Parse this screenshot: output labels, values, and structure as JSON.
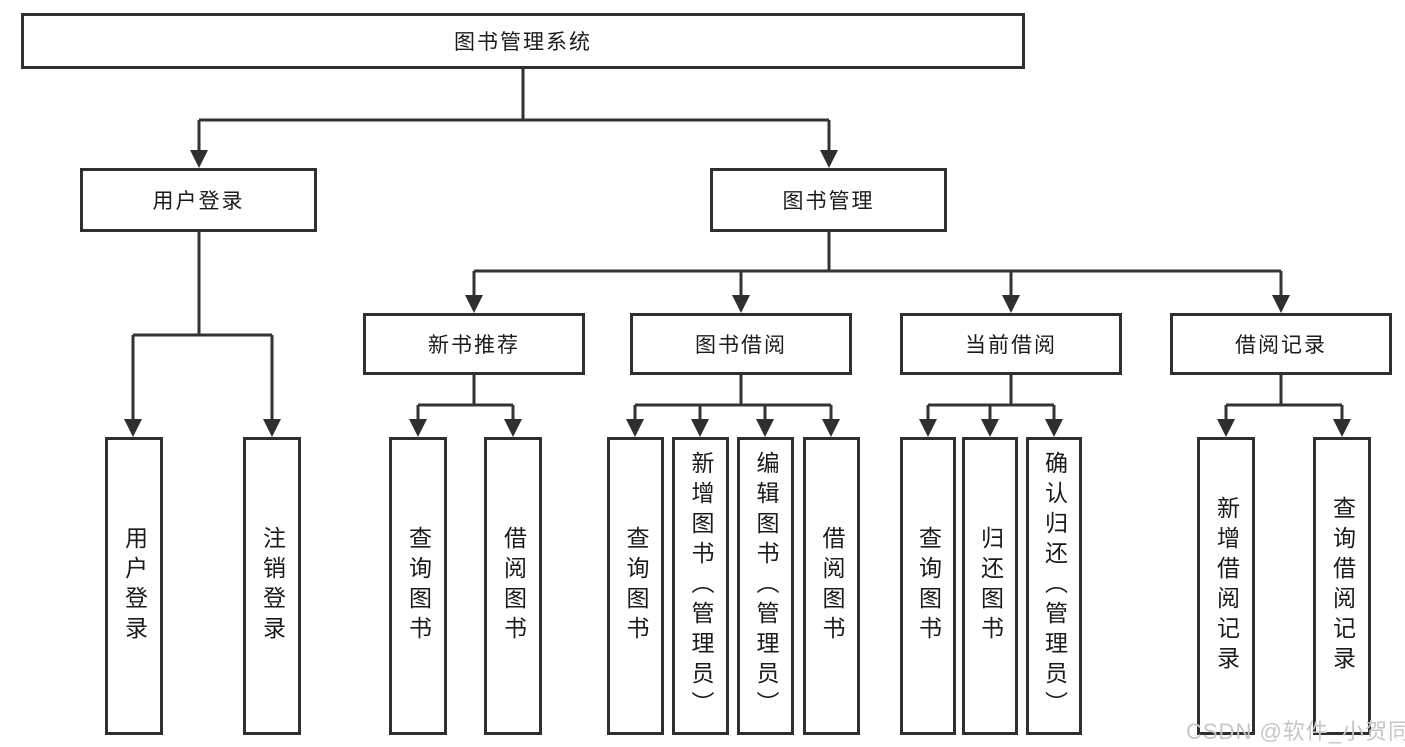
{
  "nodes": {
    "root": "图书管理系统",
    "level2": [
      "用户登录",
      "图书管理"
    ],
    "level3": [
      "新书推荐",
      "图书借阅",
      "当前借阅",
      "借阅记录"
    ],
    "leaves": [
      "用户登录",
      "注销登录",
      "查询图书",
      "借阅图书",
      "查询图书",
      "新增图书（管理员）",
      "编辑图书（管理员）",
      "借阅图书",
      "查询图书",
      "归还图书",
      "确认归还（管理员）",
      "新增借阅记录",
      "查询借阅记录"
    ]
  },
  "watermark": "CSDN @软件_小贺同学",
  "colors": {
    "line": "#333333",
    "border": "#2f2f2f",
    "text": "#1b1b1b",
    "watermark": "#c6c6c6",
    "background": "#ffffff"
  }
}
